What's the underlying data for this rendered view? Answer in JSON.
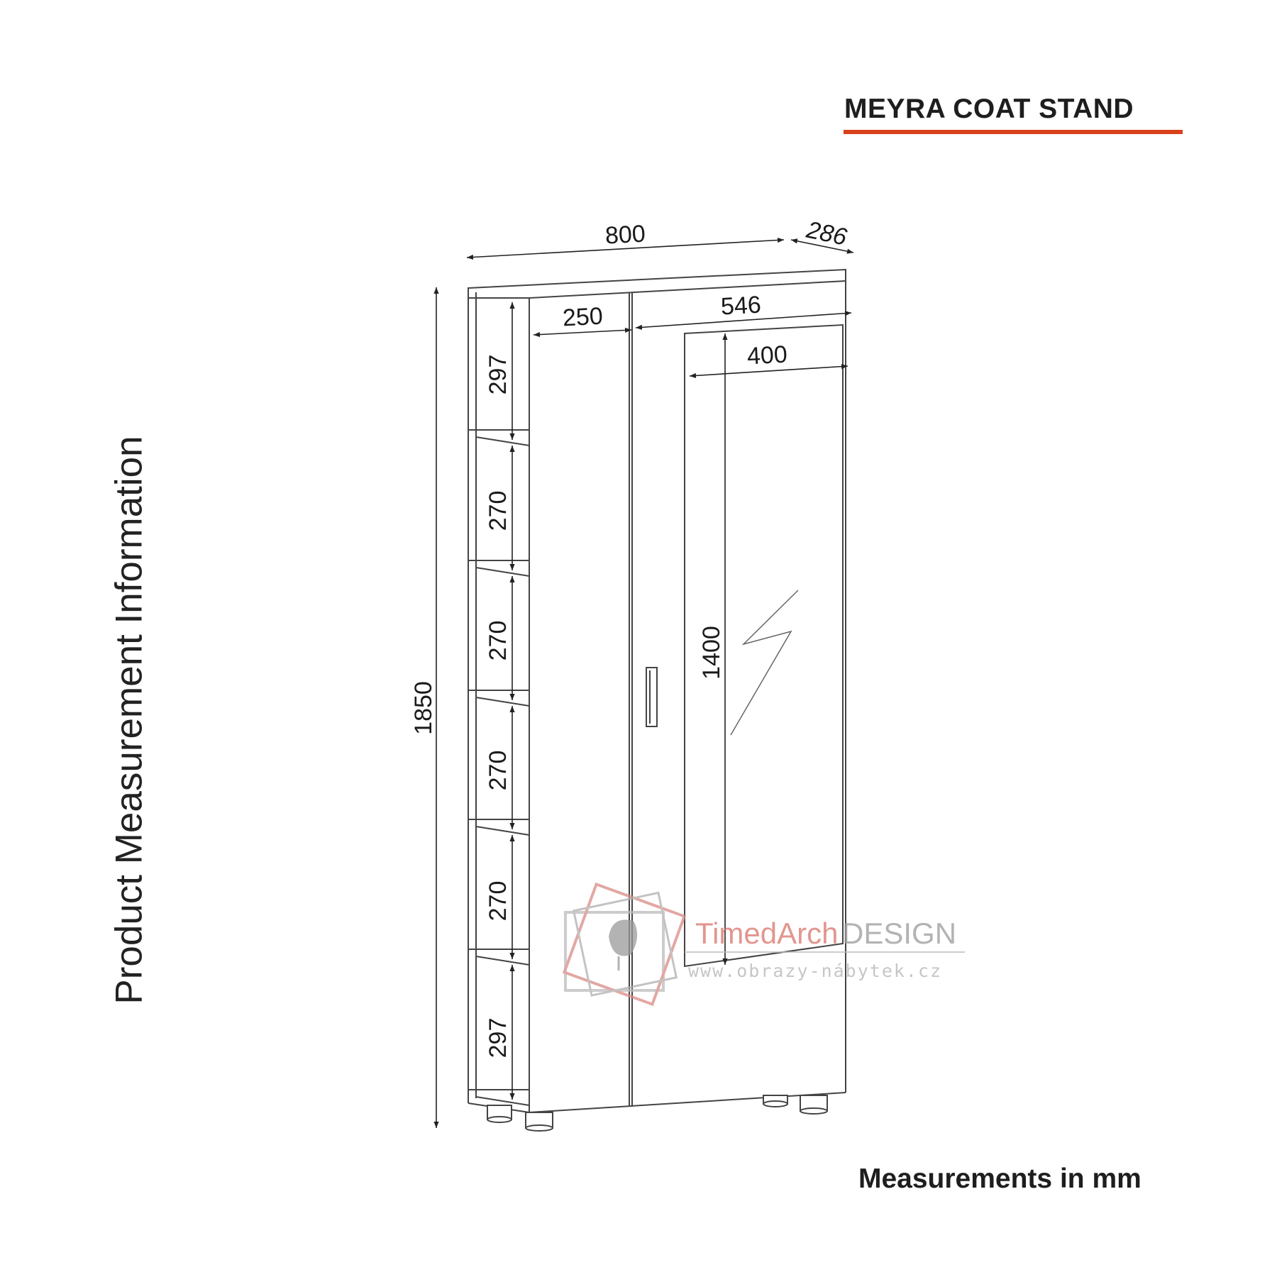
{
  "title": "MEYRA COAT STAND",
  "side_heading": "Product Measurement Information",
  "units_note": "Measurements in mm",
  "colors": {
    "accent": "#d9411c",
    "line": "#444444",
    "text": "#1a1a1a"
  },
  "dimensions": {
    "width": "800",
    "depth": "286",
    "height": "1850",
    "shelf_width": "250",
    "door_width": "546",
    "mirror_width": "400",
    "mirror_height": "1400",
    "shelf_gaps": [
      "297",
      "270",
      "270",
      "270",
      "270",
      "297"
    ]
  },
  "watermark": {
    "brand_a": "TimedArch",
    "brand_b": "DESIGN",
    "url": "www.obrazy-nábytek.cz",
    "icon": "egg-chair-icon"
  }
}
